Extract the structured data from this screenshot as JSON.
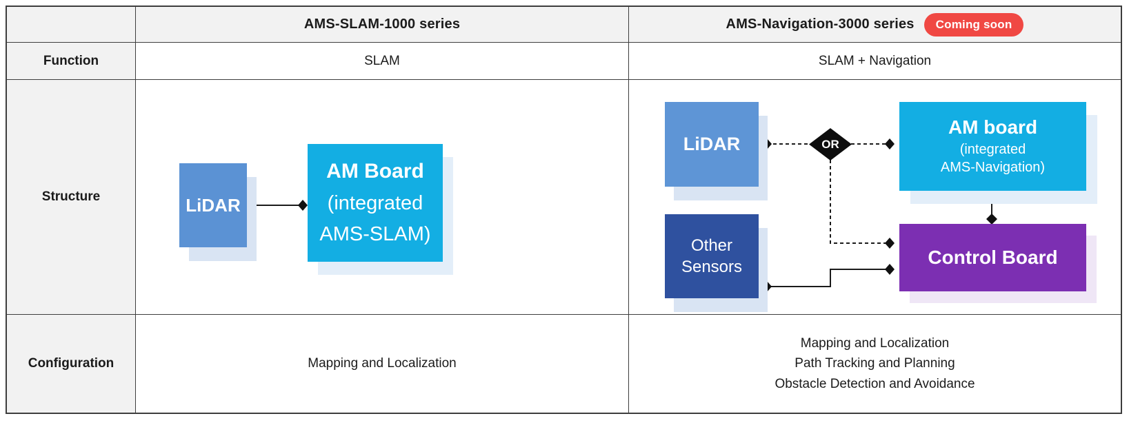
{
  "table": {
    "columns": [
      {
        "header": ""
      },
      {
        "header": "AMS-SLAM-1000 series"
      },
      {
        "header": "AMS-Navigation-3000 series",
        "badge": "Coming soon"
      }
    ],
    "rows": {
      "function": {
        "label": "Function",
        "slam_value": "SLAM",
        "nav_value": "SLAM + Navigation"
      },
      "structure": {
        "label": "Structure"
      },
      "configuration": {
        "label": "Configuration",
        "slam_line1": "Mapping and Localization",
        "nav_line1": "Mapping and Localization",
        "nav_line2": "Path Tracking and Planning",
        "nav_line3": "Obstacle Detection and Avoidance"
      }
    }
  },
  "diagram_slam": {
    "lidar_label": "LiDAR",
    "am_board_title": "AM Board",
    "am_board_sub1": "(integrated",
    "am_board_sub2": "AMS-SLAM)"
  },
  "diagram_nav": {
    "lidar_label": "LiDAR",
    "other_sensors_line1": "Other",
    "other_sensors_line2": "Sensors",
    "or_label": "OR",
    "am_board_title": "AM board",
    "am_board_sub1": "(integrated",
    "am_board_sub2": "AMS-Navigation)",
    "control_board_label": "Control Board"
  },
  "colors": {
    "table_border": "#3d3d3d",
    "label_cell_bg": "#f2f2f2",
    "coming_soon_red": "#f04843",
    "lidar_blue": "#5b92d4",
    "am_board_cyan": "#13aee3",
    "other_sensors_navy": "#2f519f",
    "control_board_purple": "#7c2fb2",
    "shadow_light_blue": "#d9e4f3",
    "shadow_light_cyan": "#e3eef9",
    "shadow_light_lavender": "#efe6f6",
    "connector_black": "#1a1a1a"
  }
}
